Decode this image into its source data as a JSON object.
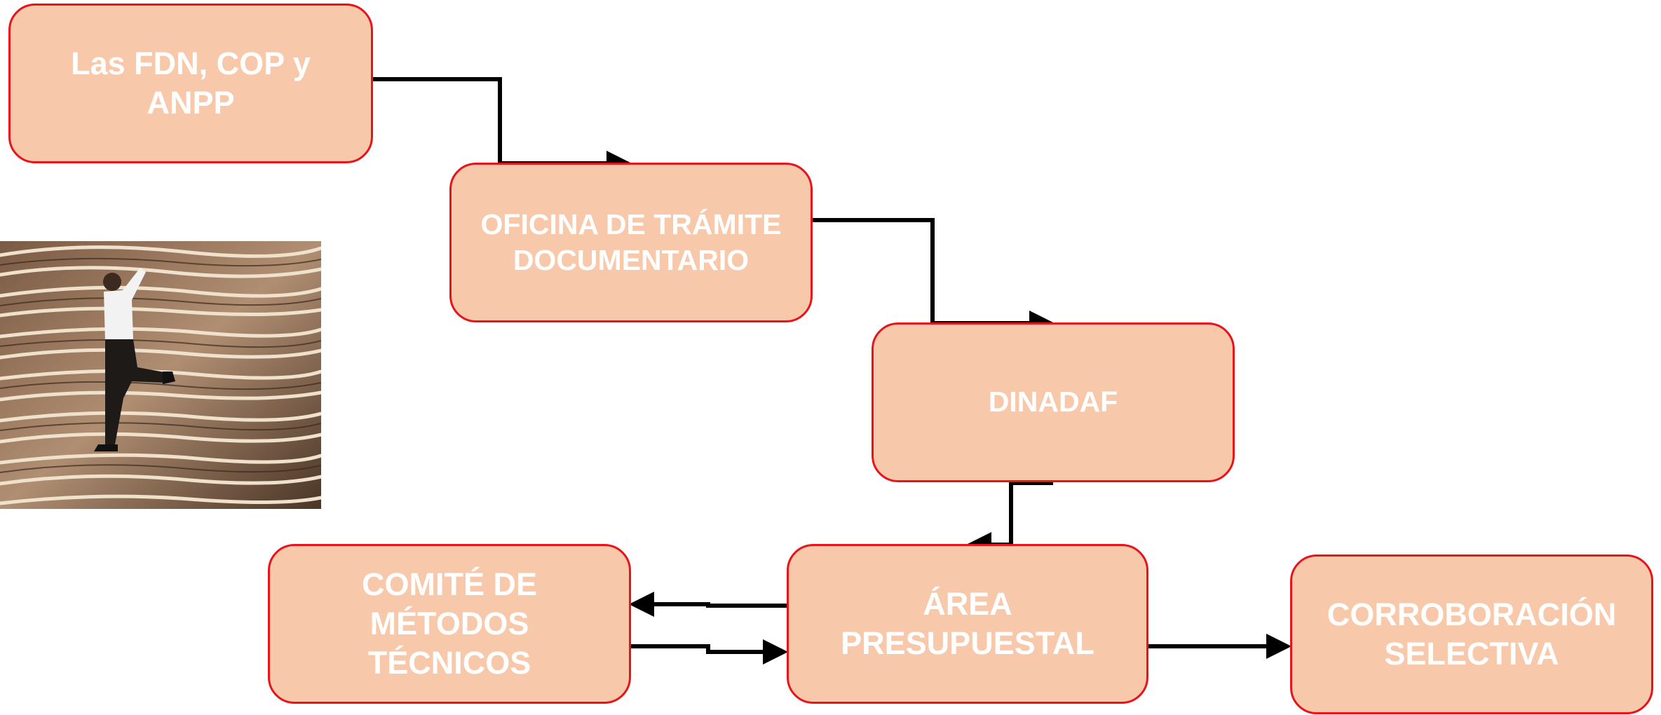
{
  "diagram": {
    "nodes": {
      "source": {
        "label": "Las FDN, COP y\nANPP"
      },
      "oficina": {
        "label": "OFICINA DE TRÁMITE\nDOCUMENTARIO"
      },
      "dinadaf": {
        "label": "DINADAF"
      },
      "area": {
        "label": "ÁREA\nPRESUPUESTAL"
      },
      "comite": {
        "label": "COMITÉ DE\nMÉTODOS\nTÉCNICOS"
      },
      "corroboracion": {
        "label": "CORROBORACIÓN\nSELECTIVA"
      }
    },
    "edges": [
      {
        "from": "source",
        "to": "oficina"
      },
      {
        "from": "oficina",
        "to": "dinadaf"
      },
      {
        "from": "dinadaf",
        "to": "area"
      },
      {
        "from": "area",
        "to": "comite"
      },
      {
        "from": "comite",
        "to": "area"
      },
      {
        "from": "area",
        "to": "corroboracion"
      }
    ],
    "colors": {
      "box_fill": "#f7c8aa",
      "box_border": "#e8141c",
      "text": "#ffffff",
      "connector": "#000000"
    },
    "image": {
      "icon": "person-climbing-paper-stack-image"
    }
  }
}
